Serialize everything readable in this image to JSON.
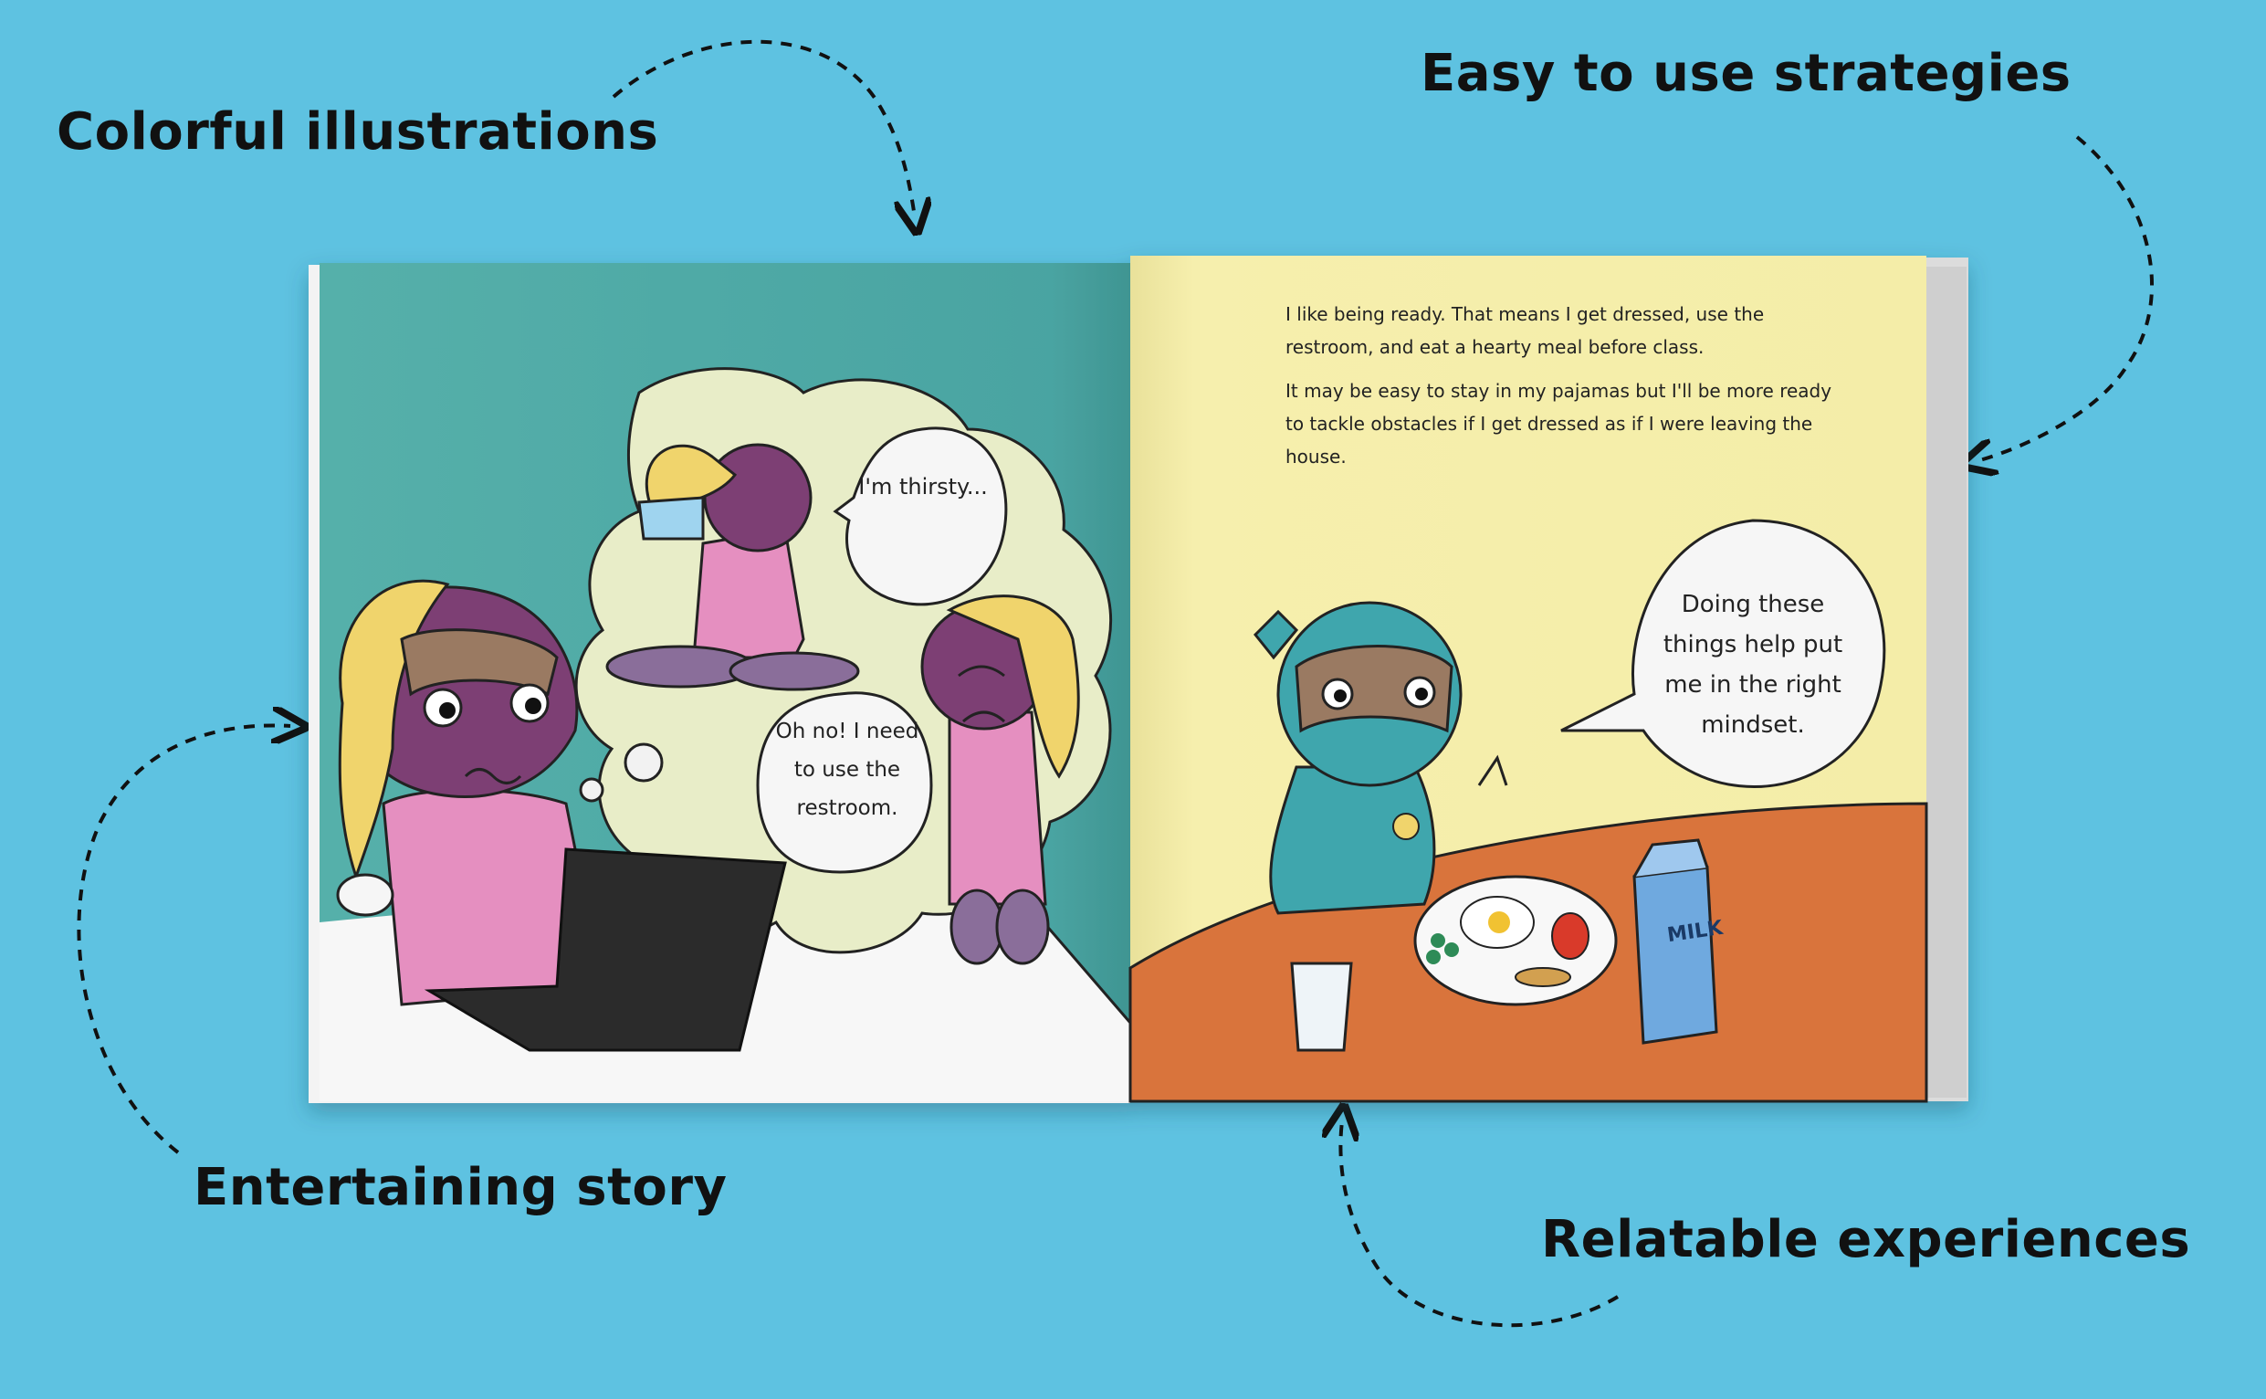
{
  "callouts": {
    "colorful": "Colorful illustrations",
    "strategies": "Easy to use strategies",
    "story": "Entertaining story",
    "relatable": "Relatable experiences"
  },
  "book": {
    "right_page_text_1": "I like being ready. That means I get dressed, use the restroom, and eat a hearty meal before class.",
    "right_page_text_2": "It may be easy to stay in my pajamas but I'll be more ready to tackle obstacles if I get dressed as if I were leaving the house.",
    "bubble_thirsty": "I'm thirsty...",
    "bubble_restroom": "Oh no! I need to use the restroom.",
    "bubble_ready": "Doing these things help put me in the right mindset.",
    "milk_label": "MILK"
  },
  "colors": {
    "background": "#5ec2e1",
    "left_page": "#4fa7a4",
    "right_page": "#f5eeaa",
    "table": "#d9743c",
    "ninja_body": "#3fa6ad",
    "pajama": "#e58fc0"
  }
}
